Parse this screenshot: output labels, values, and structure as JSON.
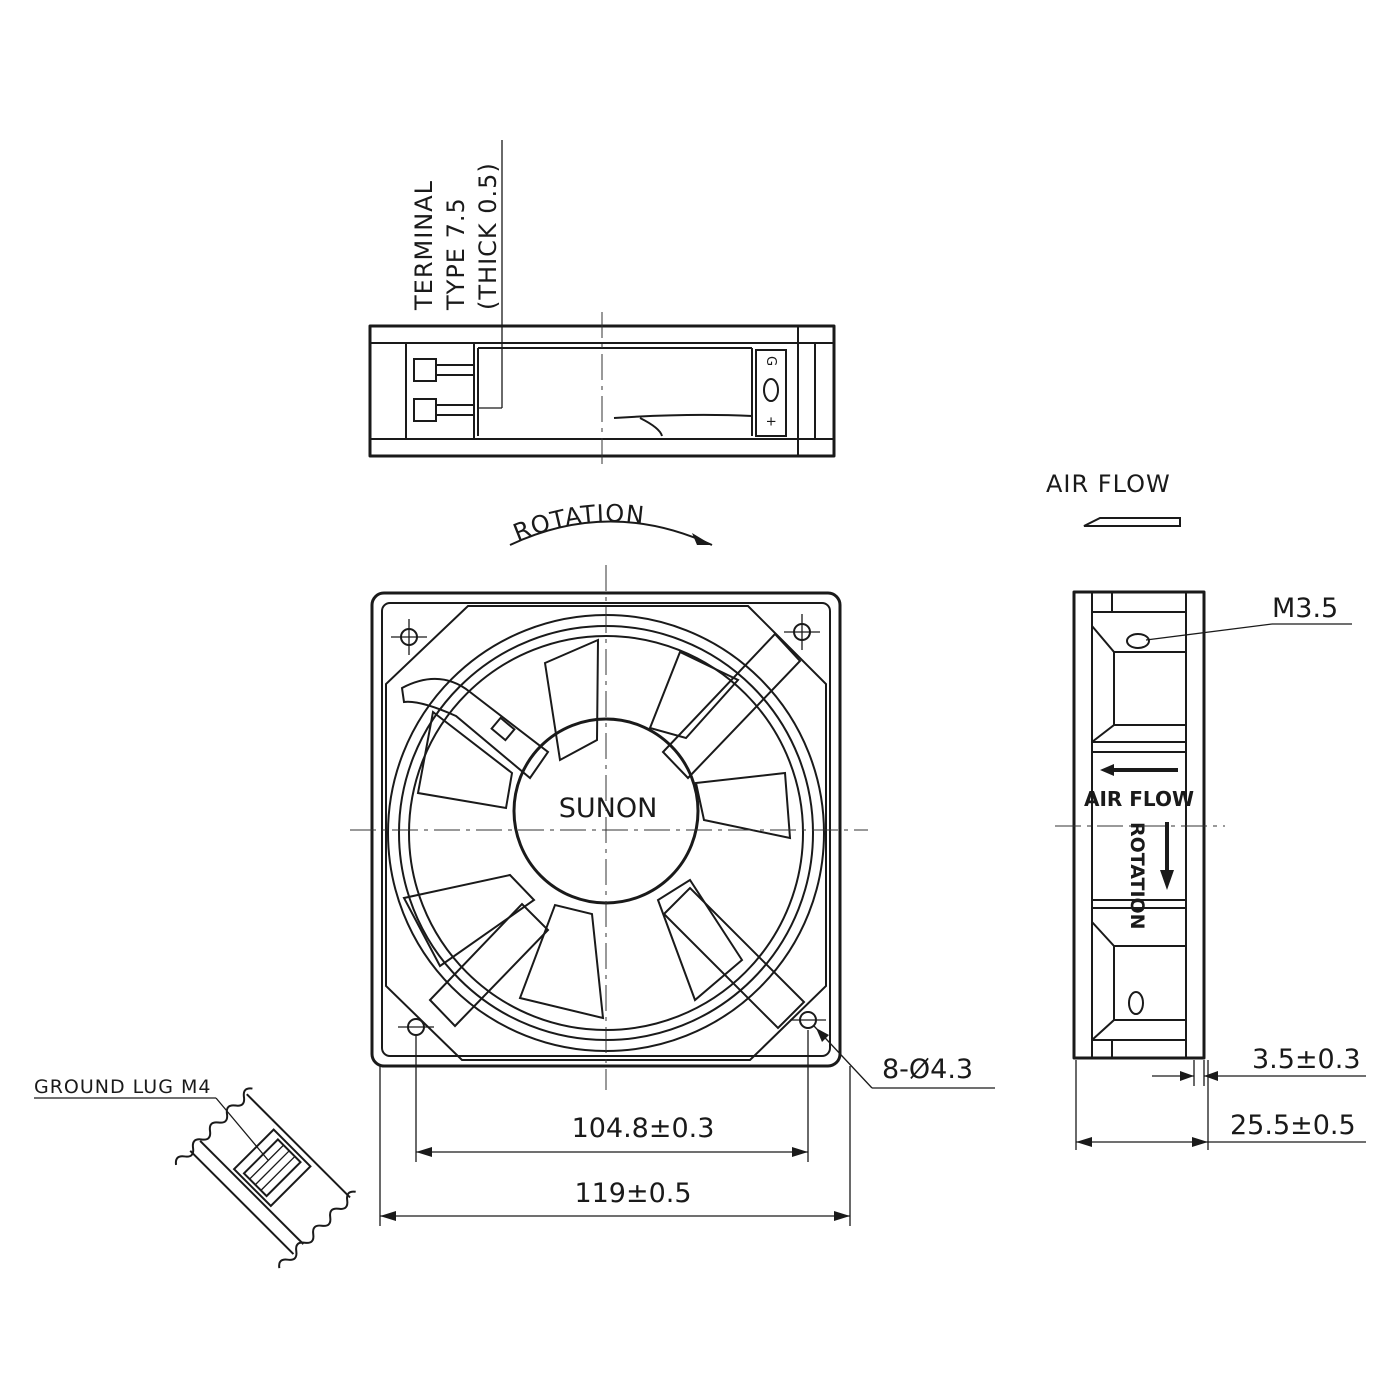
{
  "labels": {
    "terminal_line1": "TERMINAL",
    "terminal_line2": "TYPE 7.5",
    "terminal_line3": "(THICK 0.5)",
    "rotation": "ROTATION",
    "air_flow": "AIR FLOW",
    "brand": "SUNON",
    "ground_lug": "GROUND LUG M4",
    "screw_thread": "M3.5",
    "holes": "8-Ø4.3",
    "side_air_flow": "AIR FLOW",
    "side_rotation": "ROTATION",
    "terminal_marks": [
      "G",
      "+"
    ]
  },
  "dimensions": {
    "hole_pitch": "104.8±0.3",
    "frame_width": "119±0.5",
    "flange_thickness": "3.5±0.3",
    "frame_depth": "25.5±0.5"
  }
}
